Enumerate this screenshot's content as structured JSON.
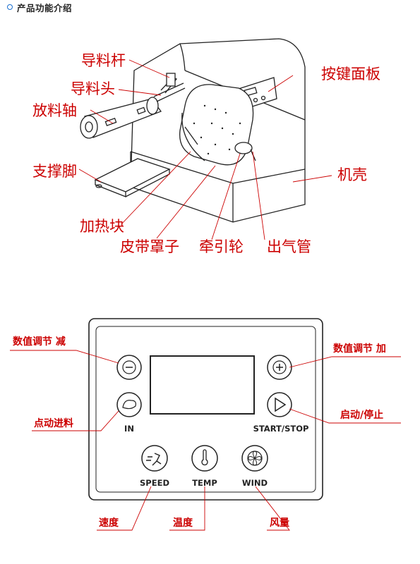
{
  "header": {
    "title": "产品功能介绍"
  },
  "machine": {
    "labels": {
      "guide_rod": "导料杆",
      "guide_head": "导料头",
      "unwind_shaft": "放料轴",
      "support_foot": "支撑脚",
      "heating_block": "加热块",
      "belt_cover": "皮带罩子",
      "traction_wheel": "牵引轮",
      "air_outlet": "出气管",
      "button_panel": "按键面板",
      "housing": "机壳"
    }
  },
  "panel": {
    "callouts": {
      "value_minus": "数值调节 减",
      "value_plus": "数值调节 加",
      "jog_feed": "点动进料",
      "start_stop": "启动/停止",
      "speed": "速度",
      "temperature": "温度",
      "wind": "风量"
    },
    "buttons": {
      "in": "IN",
      "start_stop": "START/STOP",
      "speed": "SPEED",
      "temp": "TEMP",
      "wind": "WIND"
    }
  },
  "colors": {
    "label": "#cc0000",
    "ink": "#222222",
    "accent": "#1a6fd1"
  }
}
